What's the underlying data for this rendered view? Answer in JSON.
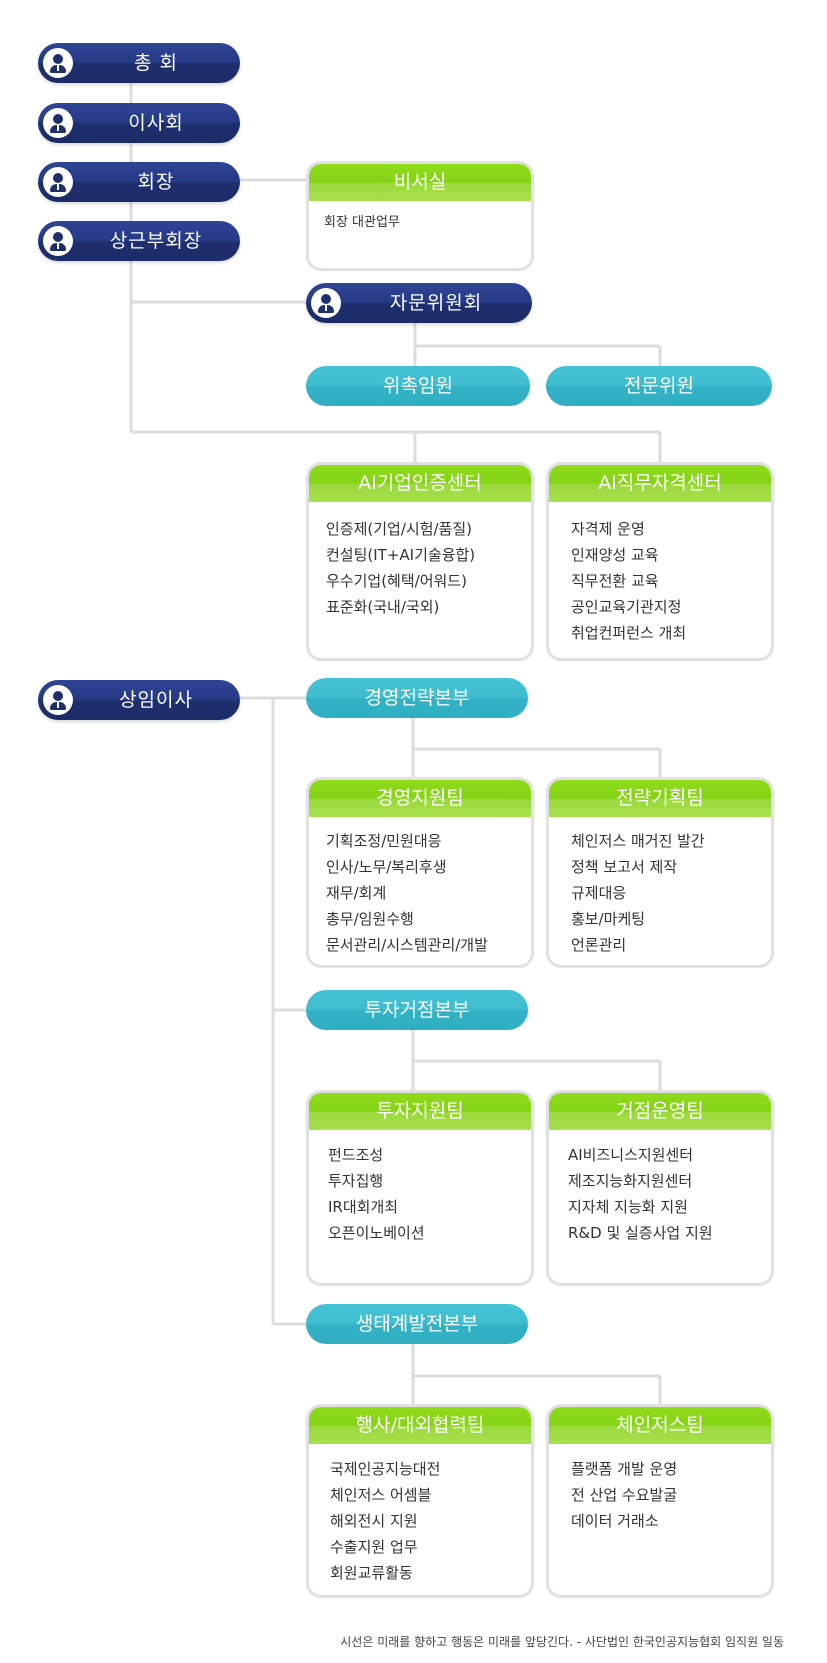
{
  "governance": {
    "general_meeting": "총 회",
    "board": "이사회",
    "chairman": "회장",
    "vice_chairman": "상근부회장",
    "advisory_committee": "자문위원회",
    "standing_director": "상임이사"
  },
  "secretariat": {
    "title": "비서실",
    "items": [
      "회장 대관업무"
    ]
  },
  "advisory": {
    "appointed_members": "위촉임원",
    "expert_members": "전문위원"
  },
  "centers": [
    {
      "title": "AI기업인증센터",
      "items": [
        "인증제(기업/시험/품질)",
        "컨설팅(IT+AI기술융합)",
        "우수기업(혜택/어워드)",
        "표준화(국내/국외)"
      ]
    },
    {
      "title": "AI직무자격센터",
      "items": [
        "자격제 운영",
        "인재양성 교육",
        "직무전환 교육",
        "공인교육기관지정",
        "취업컨퍼런스 개최"
      ]
    }
  ],
  "divisions": [
    {
      "title": "경영전략본부",
      "teams": [
        {
          "title": "경영지원팀",
          "items": [
            "기획조정/민원대응",
            "인사/노무/복리후생",
            "재무/회계",
            "총무/임원수행",
            "문서관리/시스템관리/개발"
          ]
        },
        {
          "title": "전략기획팀",
          "items": [
            "체인저스 매거진 발간",
            "정책 보고서 제작",
            "규제대응",
            "홍보/마케팅",
            "언론관리"
          ]
        }
      ]
    },
    {
      "title": "투자거점본부",
      "teams": [
        {
          "title": "투자지원팀",
          "items": [
            "펀드조성",
            "투자집행",
            "IR대회개최",
            "오픈이노베이션"
          ]
        },
        {
          "title": "거점운영팀",
          "items": [
            "AI비즈니스지원센터",
            "제조지능화지원센터",
            "지자체 지능화 지원",
            "R&D 및 실증사업 지원"
          ]
        }
      ]
    },
    {
      "title": "생태계발전본부",
      "teams": [
        {
          "title": "행사/대외협력팀",
          "items": [
            "국제인공지능대전",
            "체인저스 어셈블",
            "해외전시 지원",
            "수출지원 업무",
            "회원교류활동"
          ]
        },
        {
          "title": "체인저스팀",
          "items": [
            "플랫폼 개발 운영",
            "전 산업 수요발굴",
            "데이터 거래소"
          ]
        }
      ]
    }
  ],
  "footer": "시선은 미래를 향하고 행동은 미래를 앞당긴다. - 사단법인 한국인공지능협회 임직원 일동",
  "colors": {
    "navy": "#22337a",
    "teal": "#3cbccf",
    "green": "#8cd81a",
    "line": "#dcdcdc"
  }
}
